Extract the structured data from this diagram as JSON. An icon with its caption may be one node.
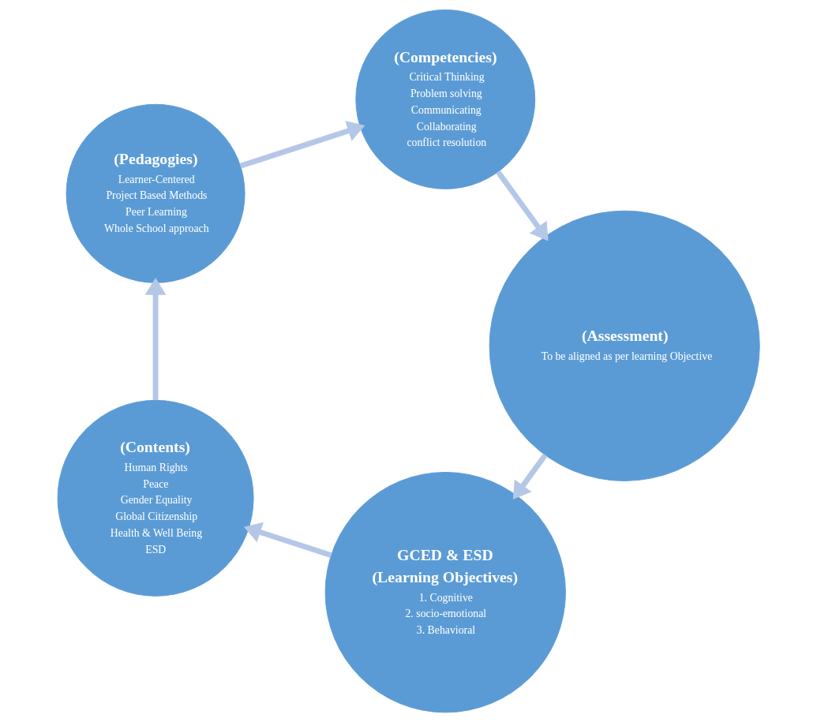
{
  "diagram": {
    "nodes": [
      {
        "text": [
          "GCED & ESD",
          "(Learning Objectives)",
          "1. Cognitive",
          "2. socio-emotional",
          "3. Behavioral"
        ]
      },
      {
        "text": [
          "(Contents)",
          "Human Rights",
          "Peace",
          "Gender Equality",
          "Global Citizenship",
          "Health & Well Being",
          "ESD"
        ]
      },
      {
        "text": [
          "(Pedagogies)",
          "Learner-Centered",
          "Project Based Methods",
          "Peer Learning",
          "Whole School approach"
        ]
      },
      {
        "text": [
          "(Competencies)",
          "Critical Thinking",
          "Problem solving",
          "Communicating",
          "Collaborating",
          "conflict resolution"
        ]
      },
      {
        "text": [
          "(Assessment)",
          "To be aligned as per learning Objective"
        ]
      }
    ],
    "edges": [
      {
        "from": 0,
        "to": 1,
        "arrow": "to"
      },
      {
        "from": 1,
        "to": 2,
        "arrow": "to"
      },
      {
        "from": 2,
        "to": 3,
        "arrow": "to"
      },
      {
        "from": 3,
        "to": 4,
        "arrow": "to"
      },
      {
        "from": 4,
        "to": 0,
        "arrow": "to"
      }
    ]
  }
}
